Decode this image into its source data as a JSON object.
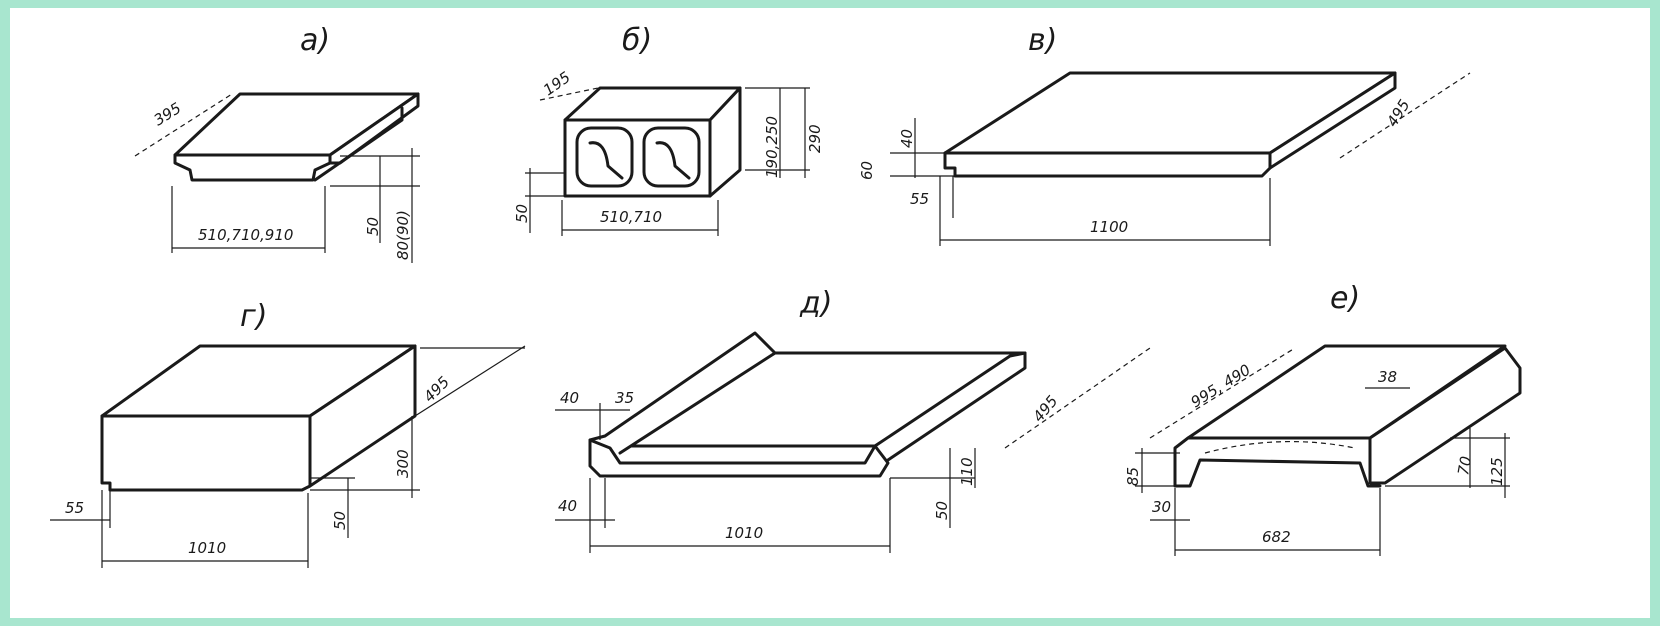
{
  "panels": {
    "a": {
      "label": "а)",
      "dims": {
        "width": "395",
        "length": "510,710,910",
        "flange": "50",
        "height": "80(90)"
      }
    },
    "b": {
      "label": "б)",
      "dims": {
        "width": "195",
        "length": "510,710",
        "base": "50",
        "height_opts": "190,250",
        "height": "290"
      }
    },
    "v": {
      "label": "в)",
      "dims": {
        "thickness": "40",
        "edge": "60",
        "offset": "55",
        "width": "495",
        "length": "1100"
      }
    },
    "g": {
      "label": "г)",
      "dims": {
        "offset": "55",
        "length": "1010",
        "width": "495",
        "height": "300",
        "step": "50"
      }
    },
    "d": {
      "label": "д)",
      "dims": {
        "rib_height": "40",
        "rib_top": "35",
        "base": "40",
        "length": "1010",
        "width": "495",
        "height": "110",
        "step": "50"
      }
    },
    "e": {
      "label": "е)",
      "dims": {
        "width": "995, 490",
        "rib_top": "38",
        "edge": "85",
        "base": "30",
        "rib": "70",
        "height": "125",
        "length": "682"
      }
    }
  }
}
